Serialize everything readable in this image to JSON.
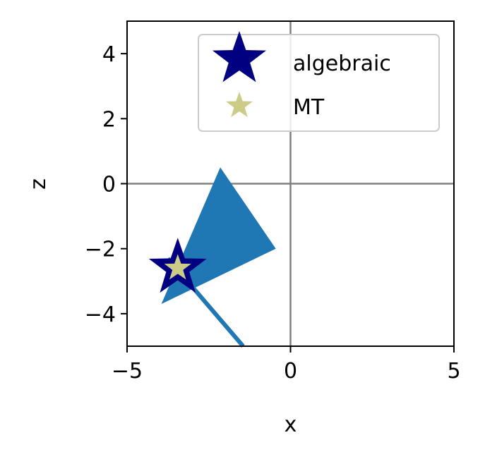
{
  "chart_data": {
    "type": "scatter",
    "xlabel": "x",
    "ylabel": "z",
    "xlim": [
      -5,
      5
    ],
    "ylim": [
      -5,
      5
    ],
    "x_ticks": [
      -5,
      0,
      5
    ],
    "y_ticks": [
      -4,
      -2,
      0,
      2,
      4
    ],
    "x_tick_labels": [
      "−5",
      "0",
      "5"
    ],
    "y_tick_labels": [
      "−4",
      "−2",
      "0",
      "2",
      "4"
    ],
    "reference_lines": {
      "x": 0,
      "z": 0,
      "color": "#808080"
    },
    "triangle": {
      "color": "#1f77b4",
      "vertices": [
        [
          -2.15,
          0.5
        ],
        [
          -0.45,
          -2.0
        ],
        [
          -3.95,
          -3.7
        ]
      ]
    },
    "segment": {
      "color": "#1f77b4",
      "from": [
        -3.75,
        -2.3
      ],
      "to": [
        -1.45,
        -5.0
      ]
    },
    "series": [
      {
        "name": "algebraic",
        "marker": "star",
        "color": "#000080",
        "x": [
          -3.45
        ],
        "y": [
          -2.6
        ],
        "size": "large"
      },
      {
        "name": "MT",
        "marker": "star",
        "color": "#cccc88",
        "x": [
          -3.45
        ],
        "y": [
          -2.6
        ],
        "size": "small"
      }
    ],
    "legend": {
      "placement": "top-right",
      "entries": [
        "algebraic",
        "MT"
      ]
    },
    "grid": false
  }
}
